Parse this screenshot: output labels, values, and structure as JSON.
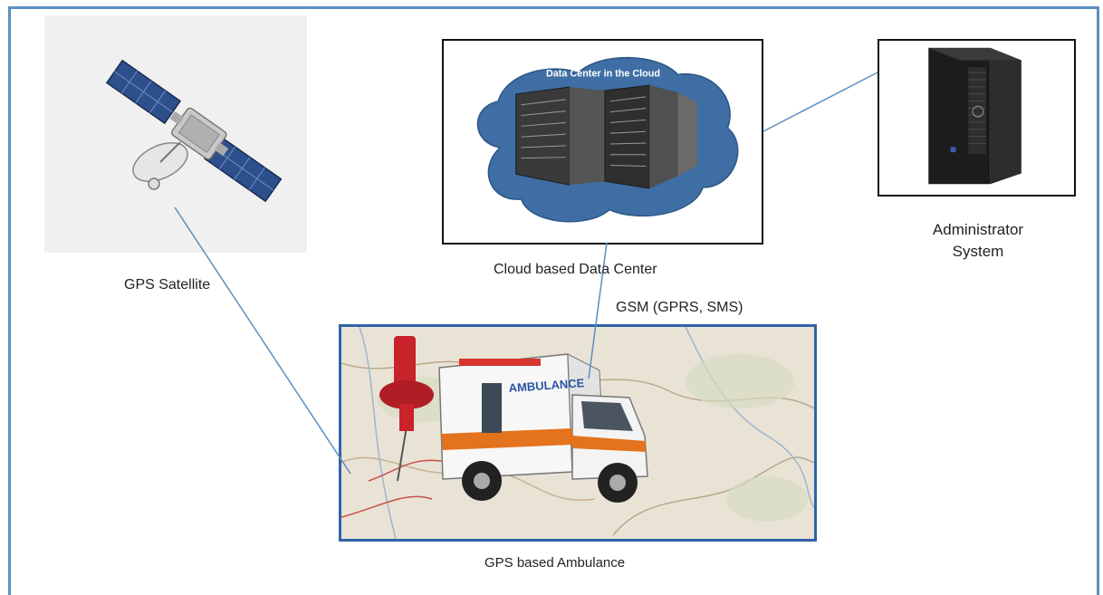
{
  "nodes": {
    "satellite": {
      "label": "GPS Satellite",
      "icon": "satellite-icon"
    },
    "data_center": {
      "label": "Cloud based Data Center",
      "cloud_title": "Data Center in the Cloud",
      "icon": "server-rack-cloud-icon"
    },
    "administrator": {
      "label": "Administrator System",
      "icon": "tower-server-icon"
    },
    "ambulance": {
      "label": "GPS based Ambulance",
      "icon": "ambulance-icon"
    }
  },
  "connection_label": "GSM (GPRS, SMS)",
  "colors": {
    "frame": "#5b8fc1",
    "connector": "#5b8fc1",
    "cloud": "#3e6ea3",
    "ambulance_border": "#2f63a6"
  }
}
